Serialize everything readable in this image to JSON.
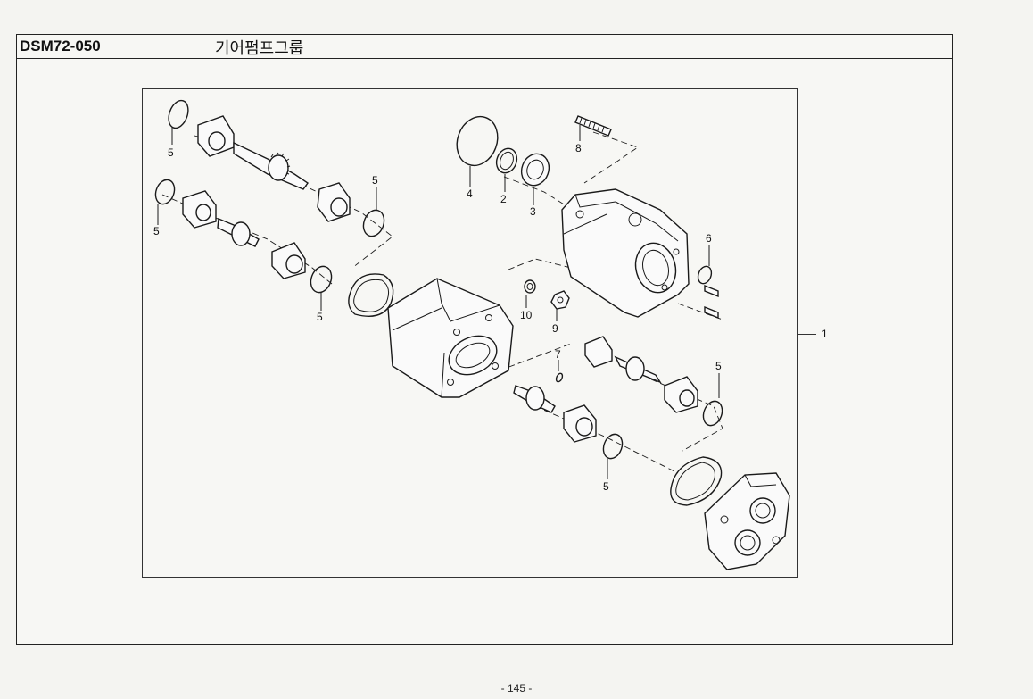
{
  "header": {
    "code": "DSM72-050",
    "title": "기어펌프그룹"
  },
  "callouts": {
    "ring_top_left": "5",
    "ring_left_mid": "5",
    "ring_upper_center": "5",
    "ring_lower_left": "5",
    "ring_right": "5",
    "ring_bottom": "5",
    "oring_large": "4",
    "snap_ring": "2",
    "bearing": "3",
    "stud": "8",
    "small_ring_right": "6",
    "washer": "10",
    "nut": "9",
    "pin": "7",
    "assembly": "1"
  },
  "footer": {
    "page": "- 145 -"
  }
}
